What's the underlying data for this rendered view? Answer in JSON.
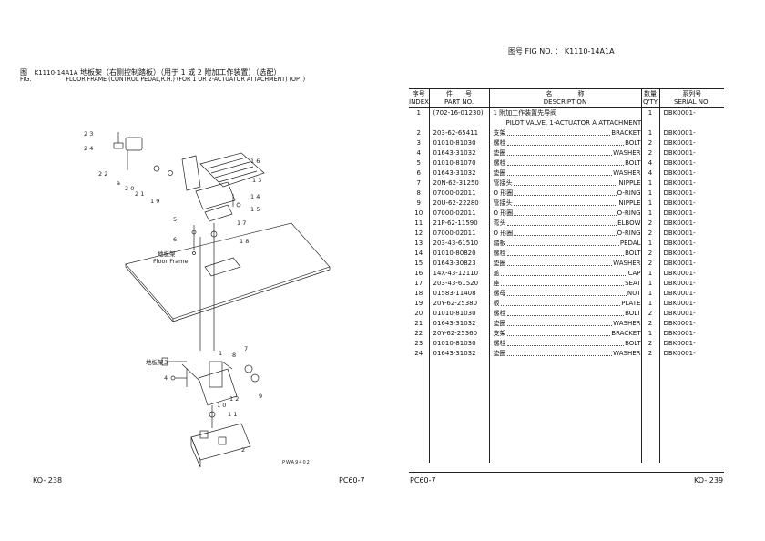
{
  "left_page": {
    "fig_label_cn": "图",
    "fig_label_en": "FIG.",
    "fig_code": "K1110-14A1A",
    "title_cn": "地板架（右侧控制踏板）（用于 1 或 2 附加工作装置）（选配）",
    "title_en": "FLOOR FRAME (CONTROL PEDAL,R.H.) (FOR 1 OR 2-ACTUATOR ATTACHMENT) (OPT)",
    "drawing": {
      "callouts": [
        "23",
        "24",
        "22",
        "a",
        "20",
        "21",
        "19",
        "16",
        "13",
        "14",
        "15",
        "17",
        "5",
        "6",
        "18",
        "3",
        "4",
        "1",
        "8",
        "7",
        "9",
        "12",
        "10",
        "11",
        "2"
      ],
      "floor_label_cn": "地板架",
      "floor_label_en": "Floor Frame",
      "floor_label_cn_2": "地板架",
      "drawing_no": "PWA9402"
    },
    "footer_page": "KO- 238",
    "footer_model": "PC60-7"
  },
  "right_page": {
    "fig_no_cn": "图号",
    "fig_no_en": "FIG NO. ：",
    "fig_no": "K1110-14A1A",
    "headers": {
      "index_cn": "序号",
      "index_en": "INDEX",
      "part_cn": "件　　号",
      "part_en": "PART NO.",
      "desc_cn": "名　　　　称",
      "desc_en": "DESCRIPTION",
      "qty_cn": "数量",
      "qty_en": "Q'TY",
      "serial_cn": "系列号",
      "serial_en": "SERIAL NO."
    },
    "rows": [
      {
        "index": "1",
        "part": "(702-16-01230)",
        "cn": "1 附加工作装置先导阀",
        "en": "",
        "en2": "PILOT VALVE, 1-ACTUATOR A ATTACHMENT",
        "qty": "1",
        "serial": "DBK0001-"
      },
      {
        "index": "2",
        "part": "203-62-65411",
        "cn": "支架",
        "en": "BRACKET",
        "qty": "1",
        "serial": "DBK0001-"
      },
      {
        "index": "3",
        "part": "01010-81030",
        "cn": "螺栓",
        "en": "BOLT",
        "qty": "2",
        "serial": "DBK0001-"
      },
      {
        "index": "4",
        "part": "01643-31032",
        "cn": "垫圈",
        "en": "WASHER",
        "qty": "2",
        "serial": "DBK0001-"
      },
      {
        "index": "5",
        "part": "01010-81070",
        "cn": "螺栓",
        "en": "BOLT",
        "qty": "4",
        "serial": "DBK0001-"
      },
      {
        "index": "6",
        "part": "01643-31032",
        "cn": "垫圈",
        "en": "WASHER",
        "qty": "4",
        "serial": "DBK0001-"
      },
      {
        "index": "7",
        "part": "20N-62-31250",
        "cn": "管接头",
        "en": "NIPPLE",
        "qty": "1",
        "serial": "DBK0001-"
      },
      {
        "index": "8",
        "part": "07000-02011",
        "cn": "O 形圈",
        "en": "O-RING",
        "qty": "1",
        "serial": "DBK0001-"
      },
      {
        "index": "9",
        "part": "20U-62-22280",
        "cn": "管接头",
        "en": "NIPPLE",
        "qty": "1",
        "serial": "DBK0001-"
      },
      {
        "index": "10",
        "part": "07000-02011",
        "cn": "O 形圈",
        "en": "O-RING",
        "qty": "1",
        "serial": "DBK0001-"
      },
      {
        "index": "11",
        "part": "21P-62-11590",
        "cn": "弯头",
        "en": "ELBOW",
        "qty": "2",
        "serial": "DBK0001-"
      },
      {
        "index": "12",
        "part": "07000-02011",
        "cn": "O 形圈",
        "en": "O-RING",
        "qty": "2",
        "serial": "DBK0001-"
      },
      {
        "index": "13",
        "part": "203-43-61510",
        "cn": "踏板",
        "en": "PEDAL",
        "qty": "1",
        "serial": "DBK0001-"
      },
      {
        "index": "14",
        "part": "01010-80820",
        "cn": "螺栓",
        "en": "BOLT",
        "qty": "2",
        "serial": "DBK0001-"
      },
      {
        "index": "15",
        "part": "01643-30823",
        "cn": "垫圈",
        "en": "WASHER",
        "qty": "2",
        "serial": "DBK0001-"
      },
      {
        "index": "16",
        "part": "14X-43-12110",
        "cn": "盖",
        "en": "CAP",
        "qty": "1",
        "serial": "DBK0001-"
      },
      {
        "index": "17",
        "part": "203-43-61520",
        "cn": "座",
        "en": "SEAT",
        "qty": "1",
        "serial": "DBK0001-"
      },
      {
        "index": "18",
        "part": "01583-11408",
        "cn": "螺母",
        "en": "NUT",
        "qty": "1",
        "serial": "DBK0001-"
      },
      {
        "index": "19",
        "part": "20Y-62-25380",
        "cn": "板",
        "en": "PLATE",
        "qty": "1",
        "serial": "DBK0001-"
      },
      {
        "index": "20",
        "part": "01010-81030",
        "cn": "螺栓",
        "en": "BOLT",
        "qty": "2",
        "serial": "DBK0001-"
      },
      {
        "index": "21",
        "part": "01643-31032",
        "cn": "垫圈",
        "en": "WASHER",
        "qty": "2",
        "serial": "DBK0001-"
      },
      {
        "index": "22",
        "part": "20Y-62-25360",
        "cn": "支架",
        "en": "BRACKET",
        "qty": "1",
        "serial": "DBK0001-"
      },
      {
        "index": "23",
        "part": "01010-81030",
        "cn": "螺栓",
        "en": "BOLT",
        "qty": "2",
        "serial": "DBK0001-"
      },
      {
        "index": "24",
        "part": "01643-31032",
        "cn": "垫圈",
        "en": "WASHER",
        "qty": "2",
        "serial": "DBK0001-"
      }
    ],
    "footer_model": "PC60-7",
    "footer_page": "KO- 239"
  }
}
